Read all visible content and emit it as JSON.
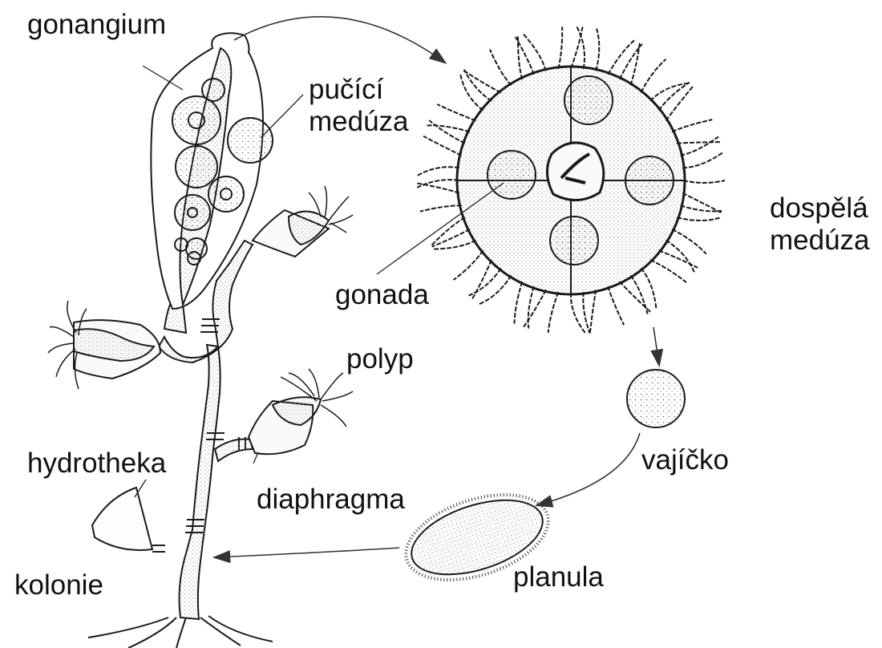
{
  "labels": {
    "gonangium": "gonangium",
    "budding_medusa": [
      "pučící",
      "medúza"
    ],
    "adult_medusa": [
      "dospělá",
      "medúza"
    ],
    "gonada": "gonada",
    "polyp": "polyp",
    "egg": "vajíčko",
    "hydrotheca": "hydrotheka",
    "diaphragm": "diaphragma",
    "planula": "planula",
    "colony": "kolonie"
  },
  "colors": {
    "ink": "#1a1a1a",
    "stipple": "#555555",
    "background": "#ffffff"
  }
}
